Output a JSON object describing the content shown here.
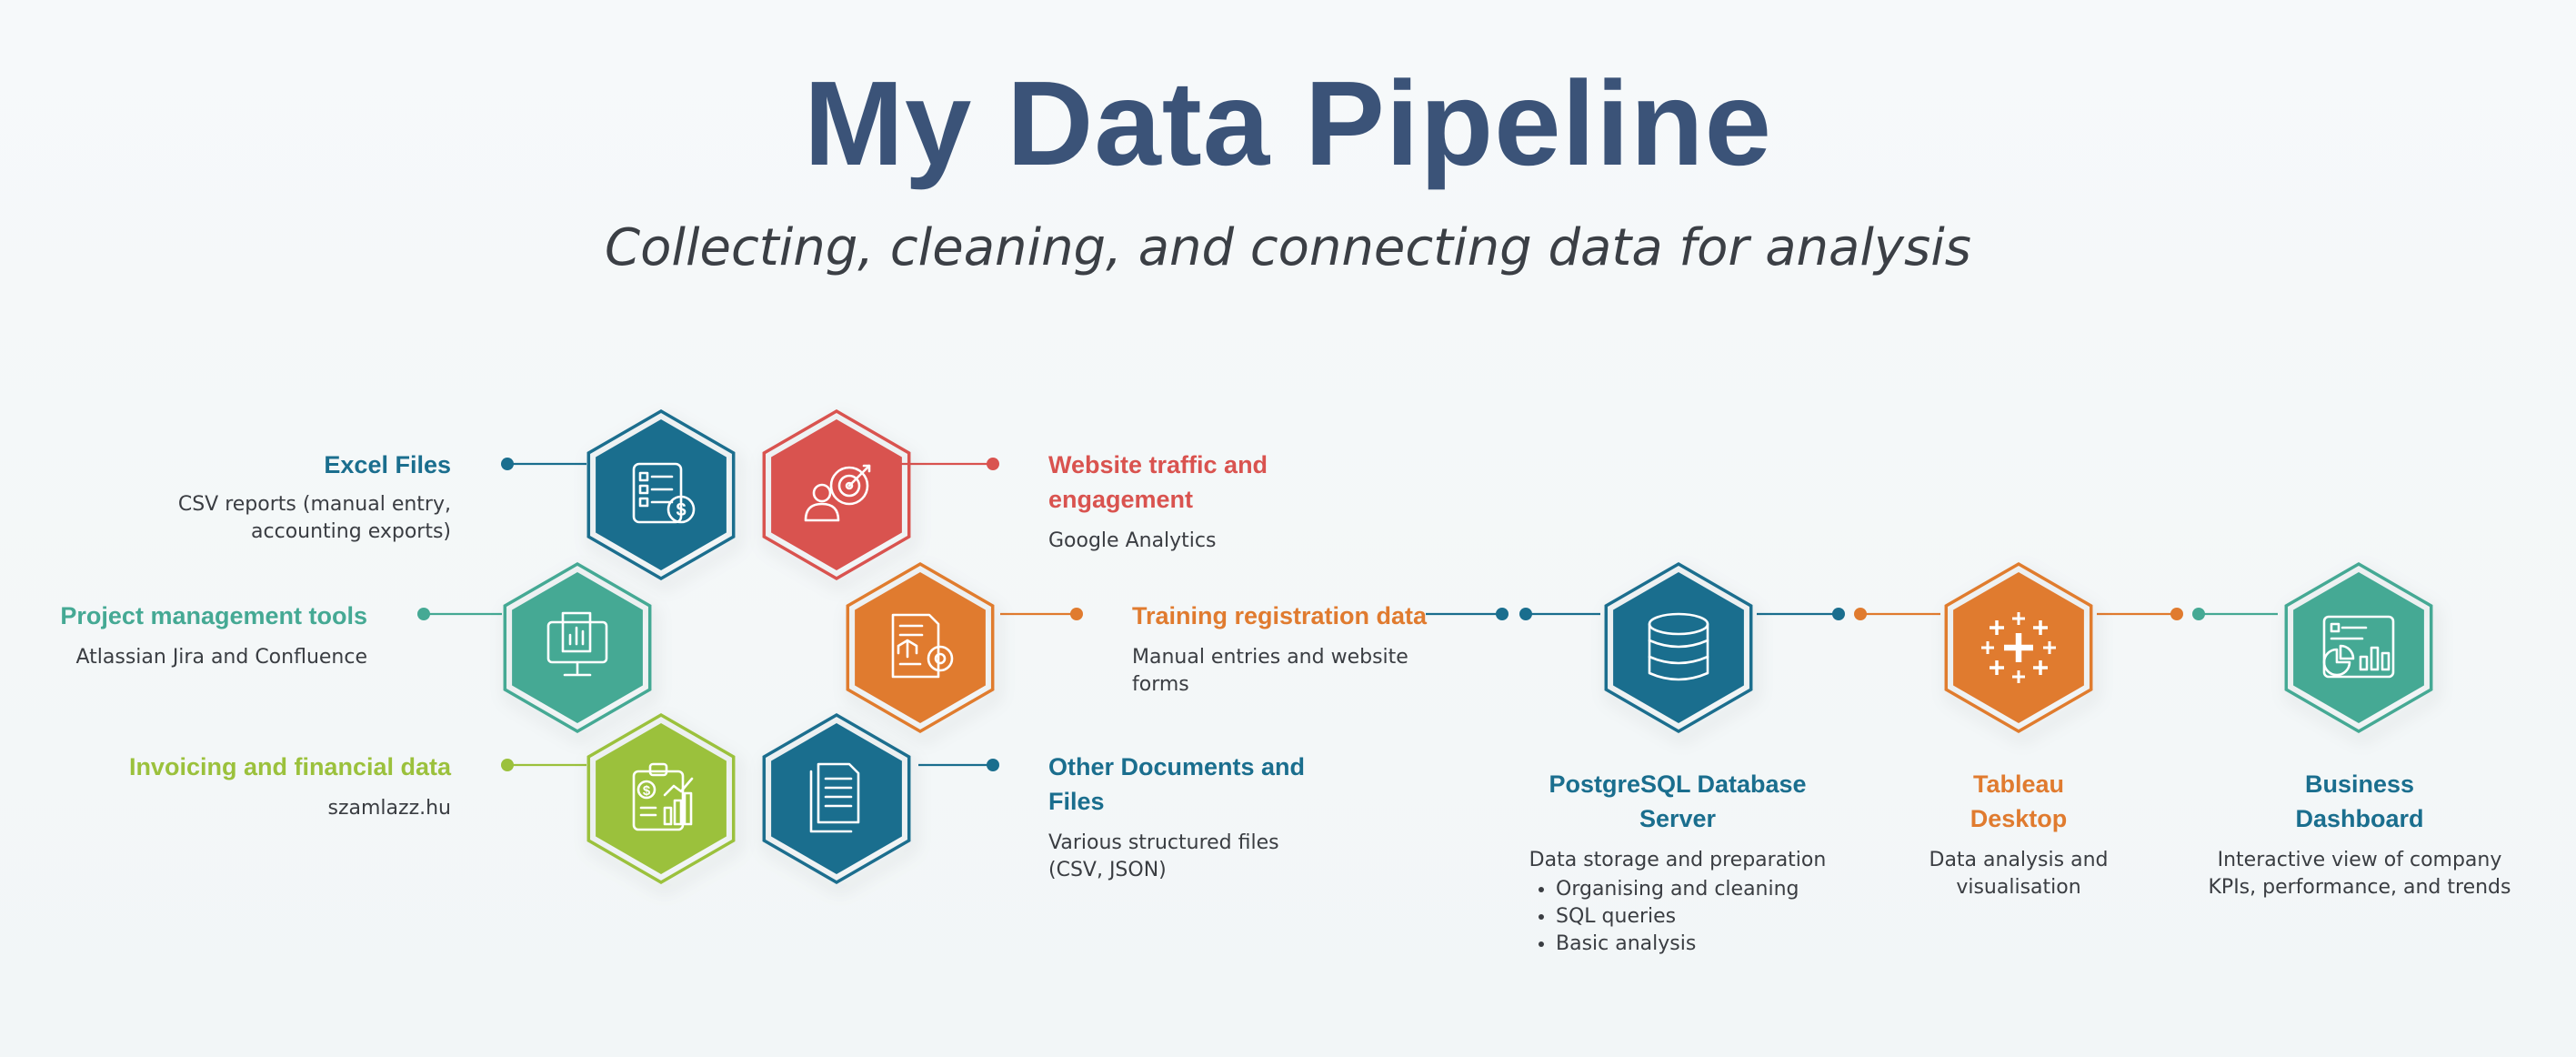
{
  "title": "My Data Pipeline",
  "subtitle": "Collecting, cleaning, and connecting data for analysis",
  "colors": {
    "title": "#3b5378",
    "teal_dark": "#1a6e8e",
    "teal_green": "#45a994",
    "red": "#d9534f",
    "orange": "#e07b2f",
    "lime": "#9bc13c"
  },
  "sources": [
    {
      "name": "Excel Files",
      "desc": "CSV reports (manual entry, accounting exports)",
      "color": "#1a6e8e",
      "icon": "spreadsheet-dollar-icon"
    },
    {
      "name": "Website traffic and engagement",
      "desc": "Google Analytics",
      "color": "#d9534f",
      "icon": "user-target-icon"
    },
    {
      "name": "Project management tools",
      "desc": "Atlassian Jira and Confluence",
      "color": "#45a994",
      "icon": "monitor-report-icon"
    },
    {
      "name": "Training registration data",
      "desc": "Manual entries and website forms",
      "color": "#e07b2f",
      "icon": "document-gear-icon"
    },
    {
      "name": "Invoicing and financial data",
      "desc": "szamlazz.hu",
      "color": "#9bc13c",
      "icon": "clipboard-finance-icon"
    },
    {
      "name": "Other Documents and Files",
      "desc": "Various structured files (CSV, JSON)",
      "color": "#1a6e8e",
      "icon": "documents-icon"
    }
  ],
  "stages": [
    {
      "name": "PostgreSQL Database Server",
      "desc": "Data storage and preparation",
      "items": [
        "Organising and cleaning",
        "SQL queries",
        "Basic analysis"
      ],
      "color": "#1a6e8e",
      "icon": "database-icon"
    },
    {
      "name": "Tableau Desktop",
      "desc": "Data analysis and visualisation",
      "items": [],
      "color": "#e07b2f",
      "icon": "tableau-icon"
    },
    {
      "name": "Business Dashboard",
      "desc": "Interactive view of company KPIs, performance, and trends",
      "items": [],
      "color": "#45a994",
      "icon": "dashboard-icon"
    }
  ]
}
